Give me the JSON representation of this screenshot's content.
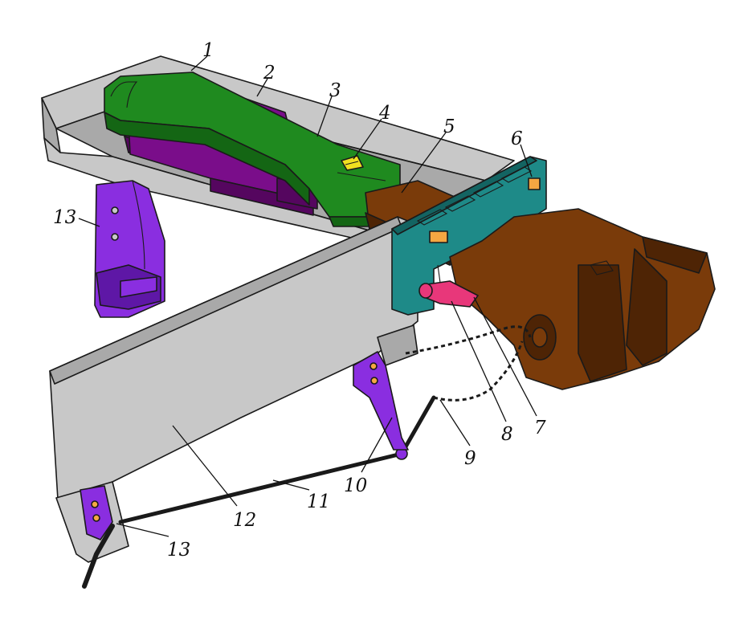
{
  "colors": {
    "frame": "#c8c8c8",
    "frame_shadow": "#a9a9a9",
    "yoke": "#1f8a1f",
    "yoke_dark": "#146614",
    "draft_gear": "#7a0d8a",
    "draft_gear_dark": "#55065f",
    "coupler": "#7a3b0a",
    "coupler_dark": "#4e2405",
    "striker": "#1e8a88",
    "striker_dark": "#136462",
    "carrier": "#8a2ee0",
    "carrier_dark": "#5e17a6",
    "pin": "#e8377a",
    "wedge": "#f0e020",
    "chain": "#1a1a1a",
    "outline": "#1a1a1a"
  },
  "callouts": [
    {
      "label": "1"
    },
    {
      "label": "2"
    },
    {
      "label": "3"
    },
    {
      "label": "4"
    },
    {
      "label": "5"
    },
    {
      "label": "6"
    },
    {
      "label": "7"
    },
    {
      "label": "8"
    },
    {
      "label": "9"
    },
    {
      "label": "10"
    },
    {
      "label": "11"
    },
    {
      "label": "12"
    },
    {
      "label": "13"
    },
    {
      "label": "13"
    }
  ]
}
